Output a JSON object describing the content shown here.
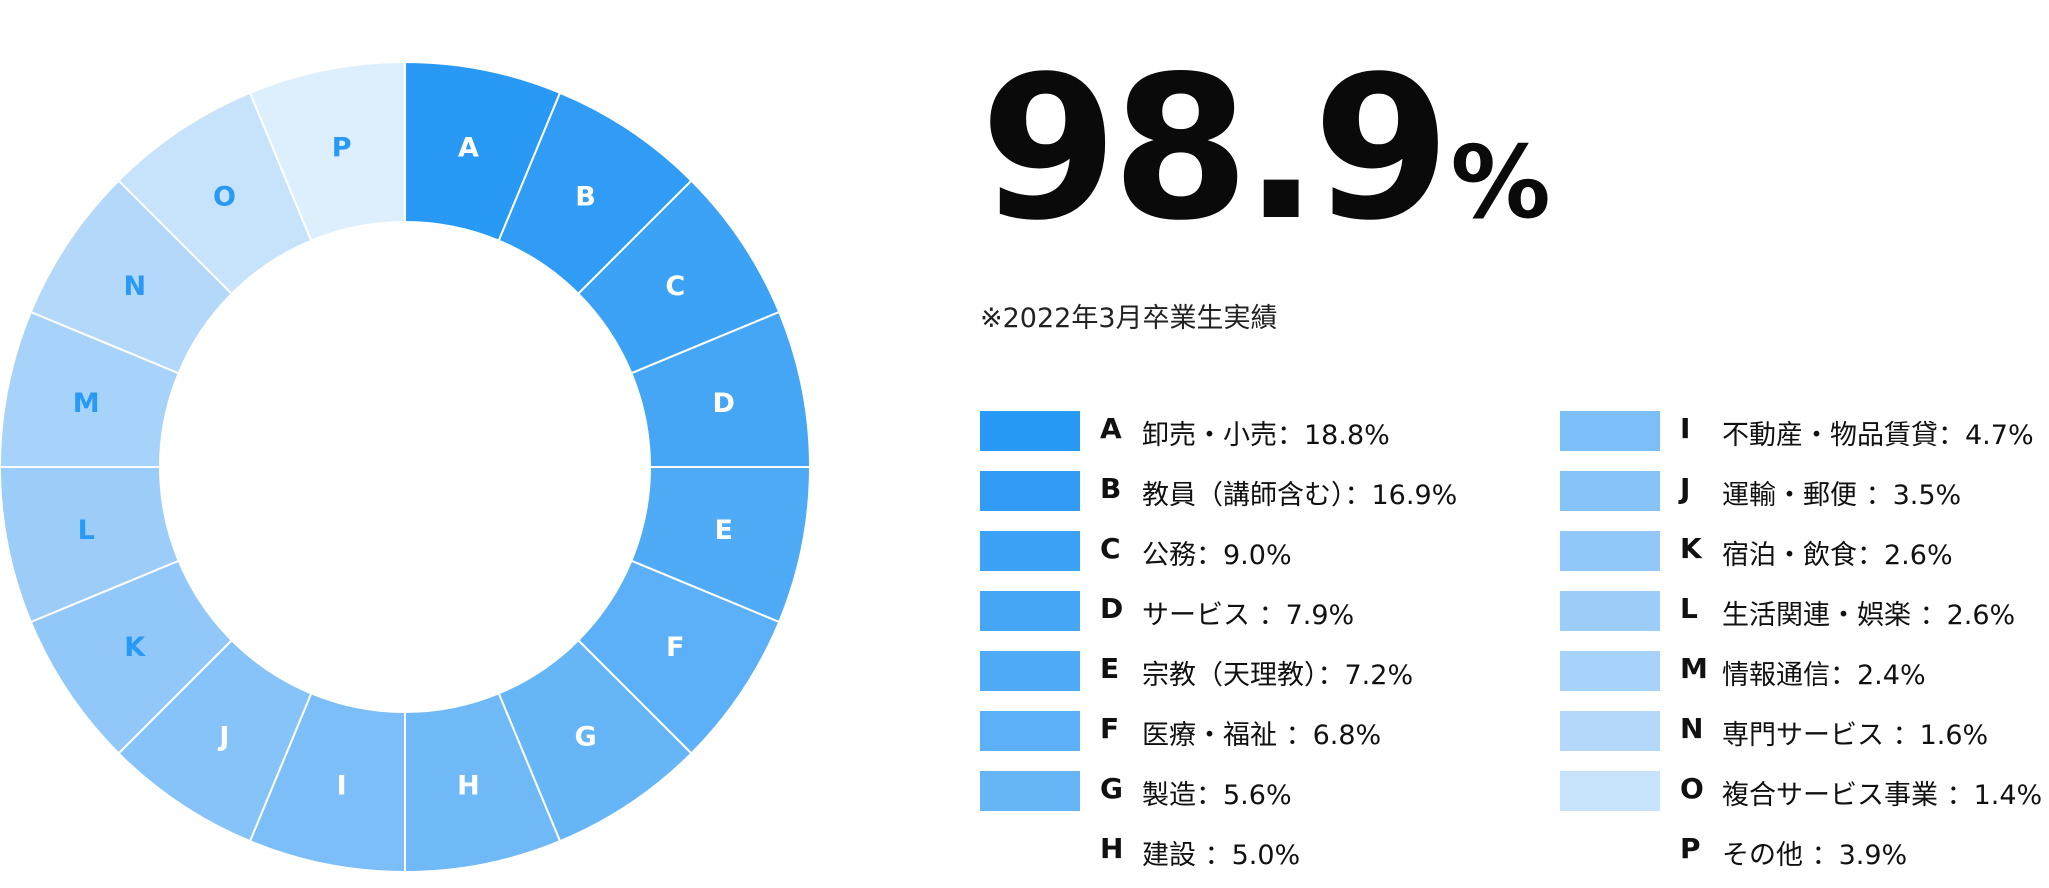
{
  "chart_data": {
    "type": "pie",
    "categories": [
      "A",
      "B",
      "C",
      "D",
      "E",
      "F",
      "G",
      "H",
      "I",
      "J",
      "K",
      "L",
      "M",
      "N",
      "O",
      "P"
    ],
    "labels": [
      "卸売・小売：18.8%",
      "教員（講師含む）：16.9%",
      "公務：9.0%",
      "サービス ：7.9%",
      "宗教（天理教）：7.2%",
      "医療・福祉 ：6.8%",
      "製造：5.6%",
      "建設 ：5.0%",
      "不動産・物品賃貸：4.7%",
      "運輸・郵便 ：3.5%",
      "宿泊・飲食：2.6%",
      "生活関連・娯楽 ：2.6%",
      "情報通信：2.4%",
      "専門サービス ：1.6%",
      "複合サービス事業 ：1.4%",
      "その他 ：3.9%"
    ],
    "values": [
      18.8,
      16.9,
      9.0,
      7.9,
      7.2,
      6.8,
      5.6,
      5.0,
      4.7,
      3.5,
      2.6,
      2.6,
      2.4,
      1.6,
      1.4,
      3.9
    ],
    "segment_shares": [
      0.0625,
      0.0625,
      0.0625,
      0.0625,
      0.0625,
      0.0625,
      0.0625,
      0.0625,
      0.0625,
      0.0625,
      0.0625,
      0.0625,
      0.0625,
      0.0625,
      0.0625,
      0.0625
    ],
    "colors": [
      "#2899f5",
      "#309cf5",
      "#3ba2f6",
      "#45a6f6",
      "#50abf6",
      "#5bb0f7",
      "#66b5f7",
      "#70b9f7",
      "#7bbef8",
      "#86c3f8",
      "#91c8f9",
      "#9ccdf9",
      "#a7d2fa",
      "#b3d8fa",
      "#c7e2fb",
      "#ddeefc"
    ],
    "label_colors": [
      "#ffffff",
      "#ffffff",
      "#ffffff",
      "#ffffff",
      "#ffffff",
      "#ffffff",
      "#ffffff",
      "#ffffff",
      "#ffffff",
      "#ffffff",
      "#2899f5",
      "#2899f5",
      "#2899f5",
      "#2899f5",
      "#2899f5",
      "#2899f5"
    ],
    "legend_placement": "right"
  },
  "headline": {
    "value": "98.9",
    "unit": "%"
  },
  "note": "※2022年3月卒業生実績"
}
